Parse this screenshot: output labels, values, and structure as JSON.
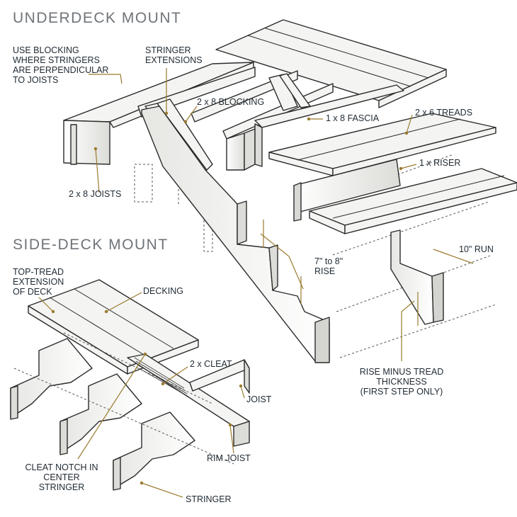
{
  "titles": {
    "underdeck": "UNDERDECK MOUNT",
    "sidedeck": "SIDE-DECK MOUNT"
  },
  "labels": {
    "use_blocking": "USE BLOCKING\nWHERE STRINGERS\nARE PERPENDICULAR\nTO JOISTS",
    "stringer_extensions": "STRINGER\nEXTENSIONS",
    "blocking": "2 x 8 BLOCKING",
    "fascia": "1 x 8 FASCIA",
    "treads": "2 x 6 TREADS",
    "riser": "1 x  RISER",
    "joists": "2 x 8 JOISTS",
    "rise": "7\" to 8\"\nRISE",
    "run": "10\" RUN",
    "rise_minus": "RISE MINUS TREAD\nTHICKNESS\n(FIRST STEP ONLY)",
    "top_tread": "TOP-TREAD\nEXTENSION\nOF DECK",
    "decking": "DECKING",
    "cleat": "2 x  CLEAT",
    "joist": "JOIST",
    "rim_joist": "RIM JOIST",
    "cleat_notch": "CLEAT NOTCH IN\nCENTER\nSTRINGER",
    "stringer": "STRINGER"
  },
  "colors": {
    "line": "#2b2b2b",
    "leader": "#9a7a2e",
    "wood": "#f4f4f2",
    "shade": "#d9d9d6",
    "title": "#6f7479"
  }
}
